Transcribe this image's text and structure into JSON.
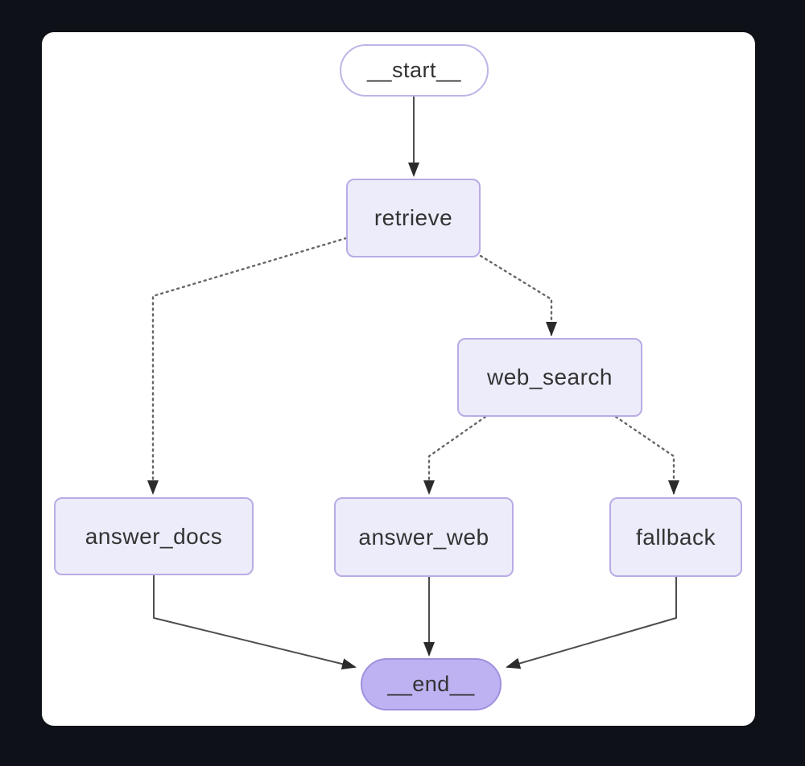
{
  "diagram": {
    "type": "flowchart",
    "description": "Mermaid-style state graph rendered on a white rounded card over a dark background",
    "nodes": [
      {
        "id": "__start__",
        "label": "__start__",
        "shape": "stadium",
        "fill": "#ffffff",
        "border": "#c0b4e7"
      },
      {
        "id": "retrieve",
        "label": "retrieve",
        "shape": "rect",
        "fill": "#ececfb",
        "border": "#b9abe5"
      },
      {
        "id": "web_search",
        "label": "web_search",
        "shape": "rect",
        "fill": "#ececfb",
        "border": "#b9abe5"
      },
      {
        "id": "answer_docs",
        "label": "answer_docs",
        "shape": "rect",
        "fill": "#ececfb",
        "border": "#b9abe5"
      },
      {
        "id": "answer_web",
        "label": "answer_web",
        "shape": "rect",
        "fill": "#ececfb",
        "border": "#b9abe5"
      },
      {
        "id": "fallback",
        "label": "fallback",
        "shape": "rect",
        "fill": "#ececfb",
        "border": "#b9abe5"
      },
      {
        "id": "__end__",
        "label": "__end__",
        "shape": "stadium",
        "fill": "#beb2f2",
        "border": "#a090dd"
      }
    ],
    "edges": [
      {
        "from": "__start__",
        "to": "retrieve",
        "style": "solid"
      },
      {
        "from": "retrieve",
        "to": "answer_docs",
        "style": "dotted"
      },
      {
        "from": "retrieve",
        "to": "web_search",
        "style": "dotted"
      },
      {
        "from": "web_search",
        "to": "answer_web",
        "style": "dotted"
      },
      {
        "from": "web_search",
        "to": "fallback",
        "style": "dotted"
      },
      {
        "from": "answer_docs",
        "to": "__end__",
        "style": "solid"
      },
      {
        "from": "answer_web",
        "to": "__end__",
        "style": "solid"
      },
      {
        "from": "fallback",
        "to": "__end__",
        "style": "solid"
      }
    ],
    "colors": {
      "background": "#0e1117",
      "card": "#ffffff",
      "node_fill": "#ececfb",
      "node_border": "#b9abe5",
      "end_fill": "#beb2f2",
      "end_border": "#a090dd",
      "text": "#333333",
      "edge_solid": "#4d4d4d",
      "edge_dotted": "#666666",
      "arrowhead": "#2b2b2b"
    }
  }
}
